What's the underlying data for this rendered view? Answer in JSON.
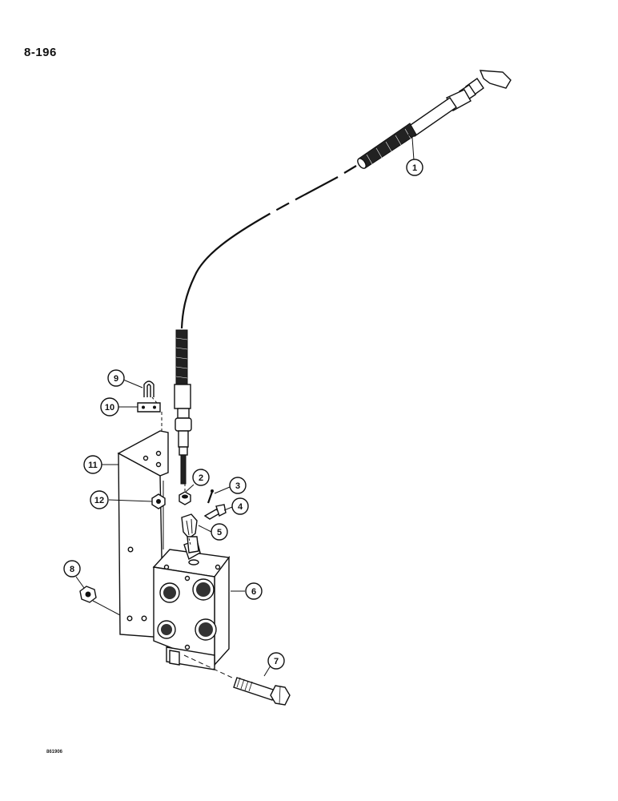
{
  "page_number": "8-196",
  "figure_code": "861906",
  "callouts": [
    {
      "number": "1"
    },
    {
      "number": "2"
    },
    {
      "number": "3"
    },
    {
      "number": "4"
    },
    {
      "number": "5"
    },
    {
      "number": "6"
    },
    {
      "number": "7"
    },
    {
      "number": "8"
    },
    {
      "number": "9"
    },
    {
      "number": "10"
    },
    {
      "number": "11"
    },
    {
      "number": "12"
    }
  ]
}
